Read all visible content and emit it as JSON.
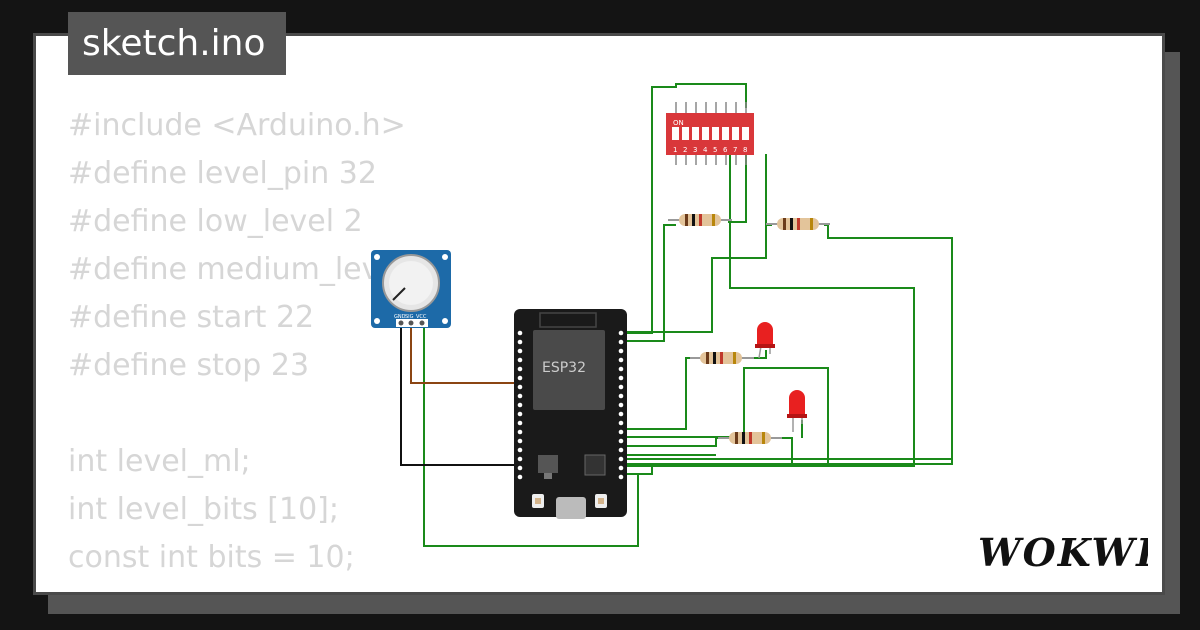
{
  "title": "sketch.ino",
  "code_lines": [
    "#include <Arduino.h>",
    "#define level_pin 32",
    "#define low_level 2",
    "#define medium_level",
    "#define start 22",
    "#define stop 23",
    "",
    "int level_ml;",
    "int level_bits [10];",
    "const int bits = 10;"
  ],
  "board_label": "ESP32",
  "dip_switch": {
    "on_label": "ON",
    "numbers": [
      "1",
      "2",
      "3",
      "4",
      "5",
      "6",
      "7",
      "8"
    ]
  },
  "pot_pins": [
    "GND",
    "SIG",
    "VCC"
  ],
  "brand": "WOKWI",
  "colors": {
    "wire_green": "#1a8a1a",
    "wire_brown": "#8b4513",
    "wire_black": "#111111",
    "board": "#1a1a1a",
    "dip_red": "#d9373a",
    "pot_blue": "#1d6aa8",
    "led_red": "#e82020"
  }
}
